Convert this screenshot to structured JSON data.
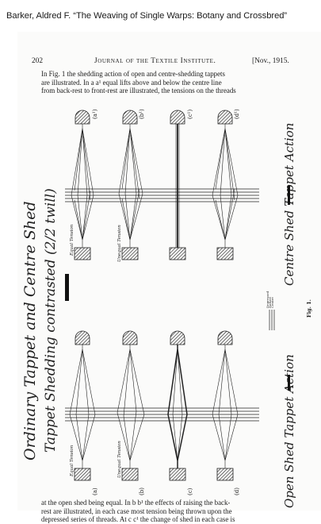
{
  "caption": "Barker, Aldred F. “The Weaving of Single Warps: Botany and Crossbred”",
  "header": {
    "page_number": "202",
    "journal": "Journal of the Textile Institute.",
    "date": "[Nov., 1915."
  },
  "intro_lines": [
    "In Fig. 1 the shedding action of open and centre-shedding tappets",
    "are illustrated.  In a a¹ equal lifts above and below the centre line",
    "from back-rest to front-rest are illustrated, the tensions on the threads"
  ],
  "outro_lines": [
    "at the open shed being equal.  In b b¹ the effects of raising the back-",
    "rest are illustrated, in each case most tension being thrown upon the",
    "depressed series of threads.  At c c¹ the change of shed in each case is"
  ],
  "figure": {
    "title_line1": "Ordinary Tappet and Centre Shed",
    "title_line2": "Tappet Shedding contrasted (2/2 twill)",
    "centre_label": "Centre Shed Tappet Action",
    "open_label": "Open Shed Tappet Action",
    "fig_label": "Fig. 1.",
    "key": [
      "Depressed",
      "Raised",
      "Centre"
    ],
    "top_panel_labels": [
      "(a¹)",
      "(b¹)",
      "(c¹)",
      "(d¹)"
    ],
    "bottom_panel_labels": [
      "(a)",
      "(b)",
      "(c)",
      "(d)"
    ],
    "top_tension_labels": [
      "Equal Tension",
      "Unequal Tension"
    ],
    "bottom_tension_labels": [
      "Equal Tension",
      "Unequal Tension"
    ]
  }
}
